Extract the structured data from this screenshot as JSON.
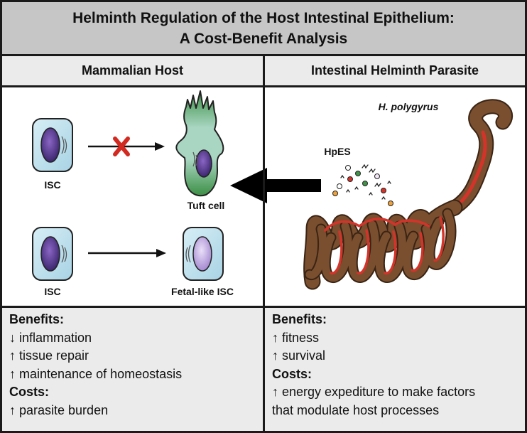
{
  "title": {
    "line1": "Helminth Regulation of the Host Intestinal Epithelium:",
    "line2": "A Cost-Benefit Analysis"
  },
  "columns": {
    "left_header": "Mammalian Host",
    "right_header": "Intestinal Helminth Parasite"
  },
  "diagram": {
    "isc_top_label": "ISC",
    "tuft_label": "Tuft cell",
    "isc_bottom_label": "ISC",
    "fetal_label": "Fetal-like ISC",
    "parasite_label": "H. polygyrus",
    "secretion_label": "HpES"
  },
  "left_panel": [
    {
      "text": "Benefits:",
      "kind": "head"
    },
    {
      "text": "↓ inflammation",
      "kind": "item"
    },
    {
      "text": "↑ tissue repair",
      "kind": "item"
    },
    {
      "text": "↑ maintenance of homeostasis",
      "kind": "item"
    },
    {
      "text": "Costs:",
      "kind": "head"
    },
    {
      "text": "↑ parasite burden",
      "kind": "item"
    }
  ],
  "right_panel": [
    {
      "text": "Benefits:",
      "kind": "head"
    },
    {
      "text": "↑ fitness",
      "kind": "item"
    },
    {
      "text": "↑ survival",
      "kind": "item"
    },
    {
      "text": "Costs:",
      "kind": "head"
    },
    {
      "text": "↑ energy expediture to make factors",
      "kind": "item"
    },
    {
      "text": "that modulate host processes",
      "kind": "item"
    }
  ],
  "colors": {
    "title_bg": "#c6c6c6",
    "header_bg": "#ebebeb",
    "cell_fill": "#bfe0ec",
    "nucleus": "#5a3c8e",
    "tuft_green": "#3f9447",
    "worm_brown": "#7a4f2f",
    "worm_red": "#d4332a",
    "block_x": "#d22a20"
  }
}
